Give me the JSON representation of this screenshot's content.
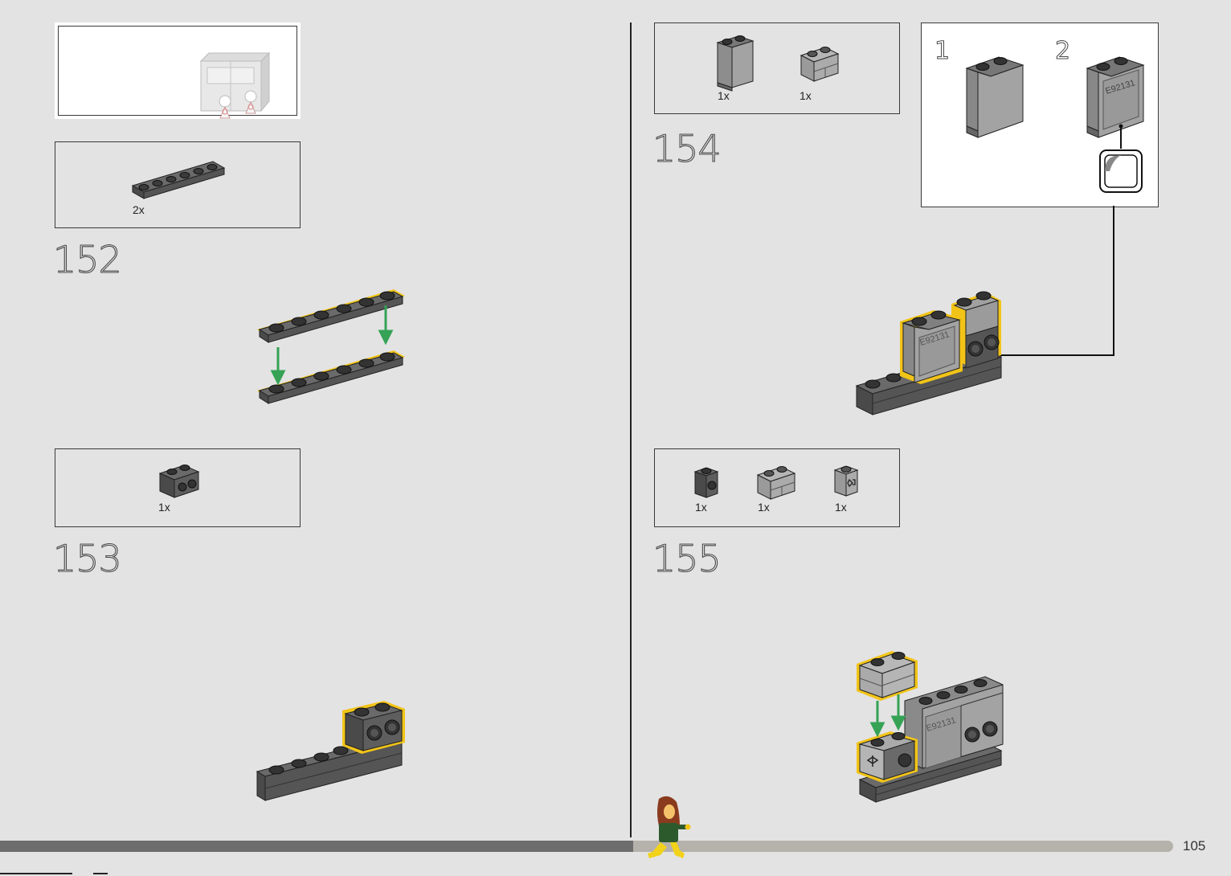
{
  "page": {
    "number": "105"
  },
  "colors": {
    "background": "#e3e3e3",
    "highlight": "#f2c418",
    "arrow": "#35a256",
    "dark_brick": "#5a5a5a",
    "light_brick": "#a3a3a3",
    "progress_done": "#6d6d6d",
    "progress_rest": "#b5b1ab"
  },
  "progress": {
    "fraction": 0.54
  },
  "left_page": {
    "preview": {
      "icon": "model-preview-icon"
    },
    "step_152": {
      "number": "152",
      "parts": [
        {
          "icon": "plate-1x6-dark-icon",
          "qty": "2x"
        }
      ]
    },
    "step_153": {
      "number": "153",
      "parts": [
        {
          "icon": "brick-1x2-studs-side-icon",
          "qty": "1x"
        }
      ]
    }
  },
  "right_page": {
    "step_154": {
      "number": "154",
      "parts": [
        {
          "icon": "panel-1x2x2-icon",
          "qty": "1x"
        },
        {
          "icon": "brick-1x2-masonry-icon",
          "qty": "1x"
        }
      ],
      "callout": {
        "sub_steps": [
          "1",
          "2"
        ],
        "sticker_text": "E92131",
        "icon": "sticker-peel-icon"
      }
    },
    "step_155": {
      "number": "155",
      "parts": [
        {
          "icon": "brick-1x1-stud-side-icon",
          "qty": "1x"
        },
        {
          "icon": "brick-1x2-masonry-icon",
          "qty": "1x"
        },
        {
          "icon": "brick-1x1-printed-icon",
          "qty": "1x"
        }
      ],
      "model_text": "E92131"
    }
  }
}
